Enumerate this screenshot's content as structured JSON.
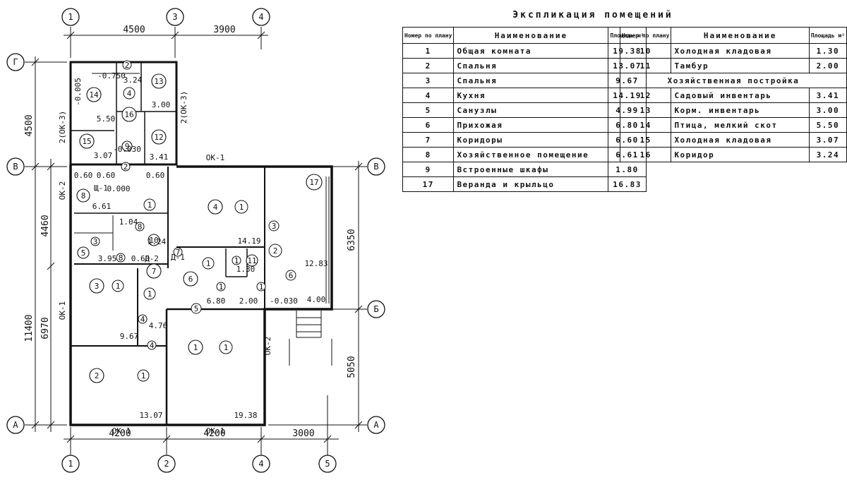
{
  "explication": {
    "title": "Экспликация помещений",
    "headers": {
      "num": "Номер по плану",
      "name": "Наименование",
      "area": "Площадь м²"
    },
    "left_rows": [
      {
        "num": "1",
        "name": "Общая комната",
        "area": "19.38"
      },
      {
        "num": "2",
        "name": "Спальня",
        "area": "13.07"
      },
      {
        "num": "3",
        "name": "Спальня",
        "area": "9.67"
      },
      {
        "num": "4",
        "name": "Кухня",
        "area": "14.19"
      },
      {
        "num": "5",
        "name": "Санузлы",
        "area": "4.99"
      },
      {
        "num": "6",
        "name": "Прихожая",
        "area": "6.80"
      },
      {
        "num": "7",
        "name": "Коридоры",
        "area": "6.60"
      },
      {
        "num": "8",
        "name": "Хозяйственное помещение",
        "area": "6.61"
      },
      {
        "num": "9",
        "name": "Встроенные шкафы",
        "area": "1.80"
      },
      {
        "num": "17",
        "name": "Веранда и крыльцо",
        "area": "16.83"
      }
    ],
    "right_rows": [
      {
        "num": "10",
        "name": "Холодная кладовая",
        "area": "1.30"
      },
      {
        "num": "11",
        "name": "Тамбур",
        "area": "2.00"
      }
    ],
    "right_section": "Хозяйственная постройка",
    "right_rows_2": [
      {
        "num": "12",
        "name": "Садовый инвентарь",
        "area": "3.41"
      },
      {
        "num": "13",
        "name": "Корм. инвентарь",
        "area": "3.00"
      },
      {
        "num": "14",
        "name": "Птица, мелкий скот",
        "area": "5.50"
      },
      {
        "num": "15",
        "name": "Холодная кладовая",
        "area": "3.07"
      },
      {
        "num": "16",
        "name": "Коридор",
        "area": "3.24"
      }
    ]
  },
  "plan": {
    "axes_top": [
      "1",
      "3",
      "4"
    ],
    "axes_bottom": [
      "1",
      "2",
      "4",
      "5"
    ],
    "axes_left": [
      "Г",
      "В",
      "А"
    ],
    "axes_right": [
      "В",
      "Б",
      "А"
    ],
    "dims_top": [
      "4500",
      "3900"
    ],
    "dims_bottom": [
      "4200",
      "4200",
      "3000"
    ],
    "dims_left": [
      "4500",
      "4460",
      "6970",
      "11400"
    ],
    "dims_right": [
      "6350",
      "5050"
    ],
    "room_numbers": [
      "1",
      "2",
      "3",
      "4",
      "5",
      "6",
      "7",
      "8",
      "9",
      "10",
      "11",
      "12",
      "13",
      "14",
      "15",
      "16",
      "17"
    ],
    "areas": [
      "19.38",
      "13.07",
      "9.67",
      "14.19",
      "6.80",
      "2.00",
      "12.83",
      "4.76",
      "6.61",
      "5.50",
      "3.00",
      "3.24",
      "3.07",
      "3.41",
      "1.30",
      "3.95",
      "0.60",
      "4.00"
    ],
    "levels": [
      "-0.750",
      "±0.000",
      "-0.030",
      "-0.005",
      "0.000"
    ],
    "window_marks": [
      "ОК-1",
      "ОК-2",
      "ОК-3",
      "2(ОК-3)"
    ],
    "door_marks": [
      "Д-1",
      "Д-2",
      "Щ-1"
    ],
    "door_type_numbers": [
      "1",
      "2",
      "3",
      "4",
      "5",
      "6",
      "7",
      "8",
      "10"
    ],
    "misc_numbers": [
      "1.24",
      "1.04",
      "0.60",
      "0.60"
    ]
  }
}
